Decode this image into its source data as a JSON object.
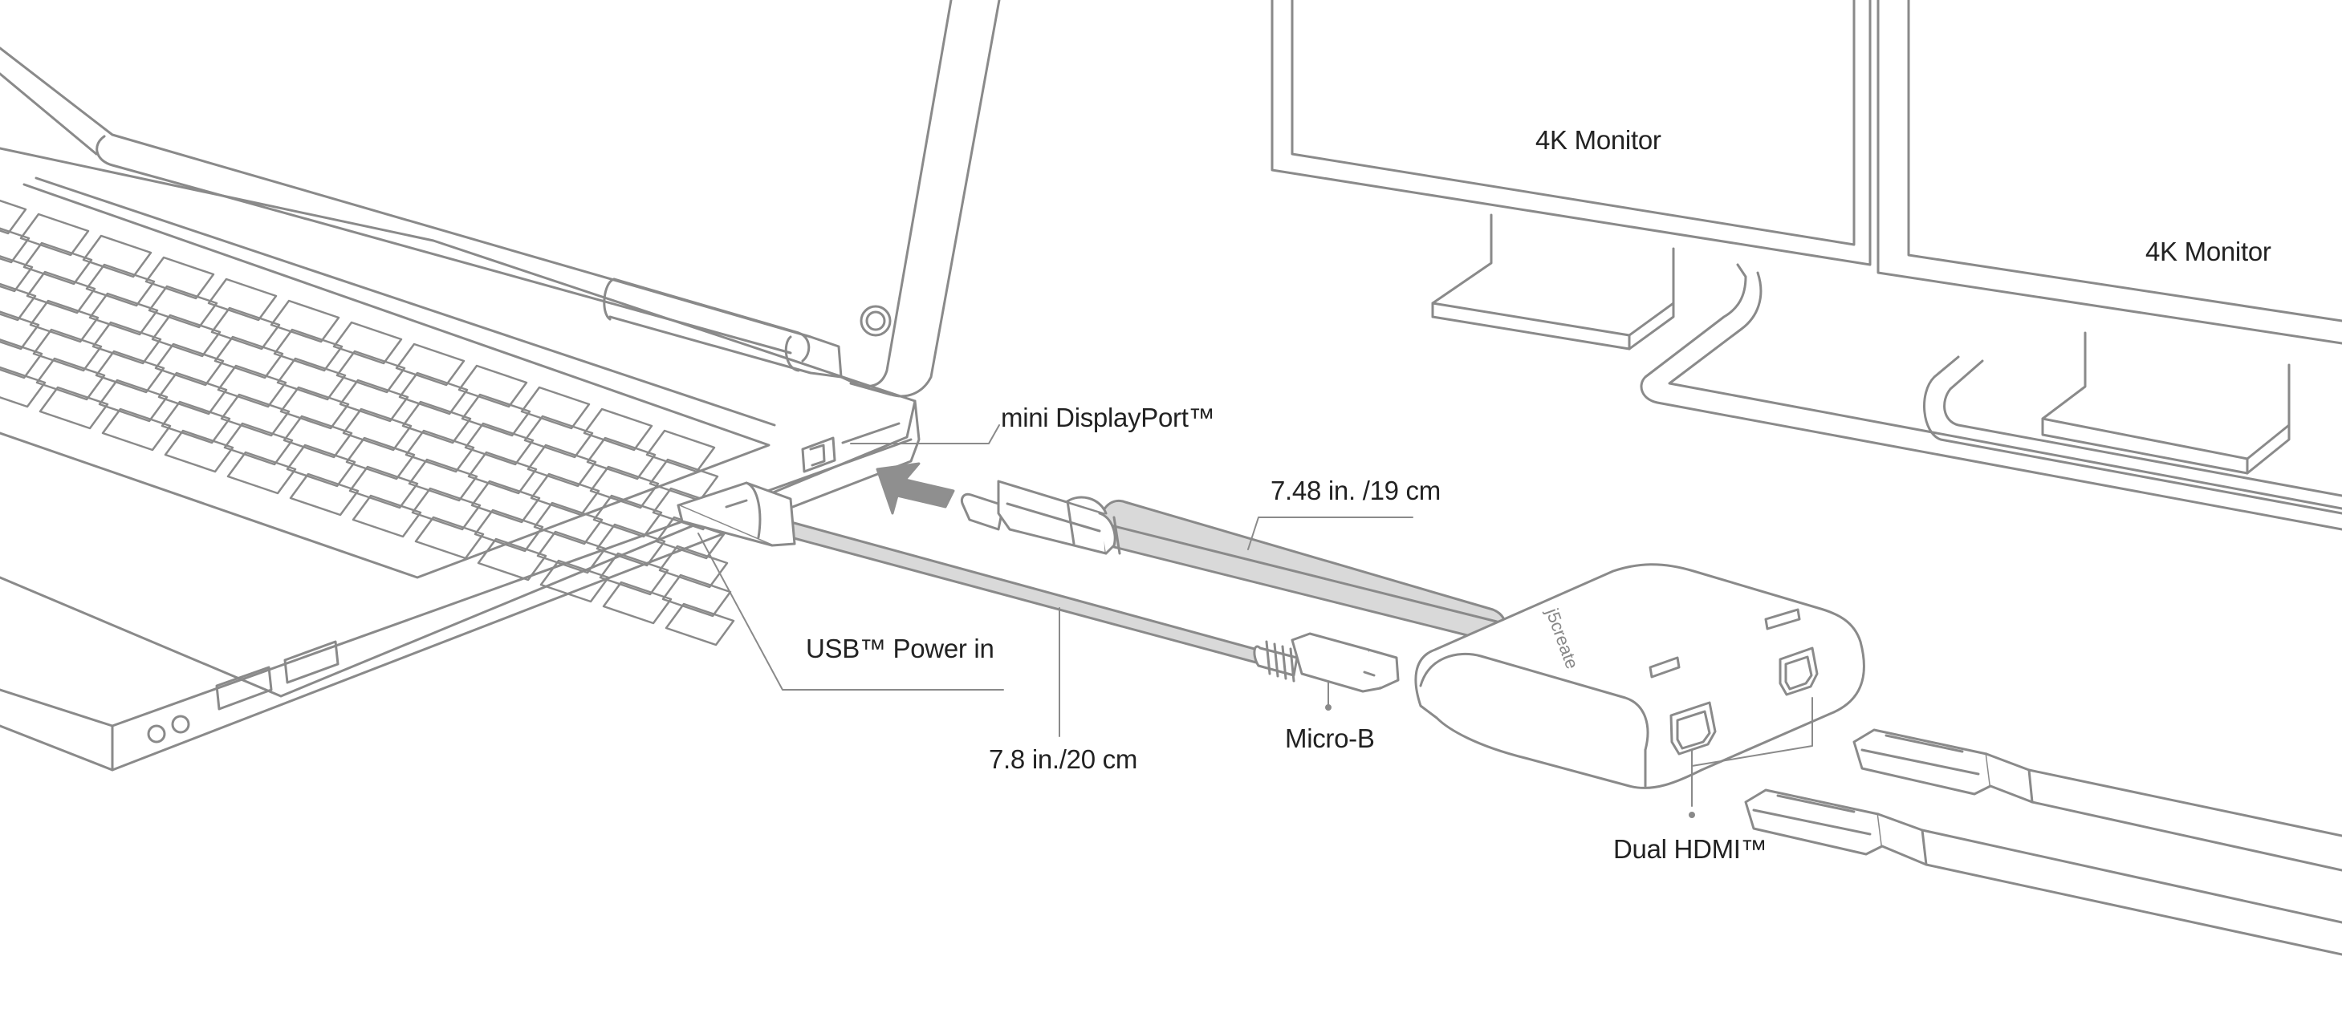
{
  "labels": {
    "monitor_1": "4K Monitor",
    "monitor_2": "4K Monitor",
    "mini_displayport": "mini DisplayPort™",
    "displayport_cable_length": "7.48 in. /19 cm",
    "usb_power": "USB™ Power in",
    "usb_cable_length": "7.8 in./20 cm",
    "micro_b": "Micro-B",
    "dual_hdmi": "Dual HDMI™"
  },
  "adapter": {
    "brand": "j5create"
  },
  "colors": {
    "outline": "#8a8a8a",
    "cable_fill": "#d9d9d9",
    "arrow": "#8f8f8f",
    "text": "#222222"
  },
  "icons": [
    "laptop",
    "monitor",
    "adapter",
    "arrow",
    "hdmi-plug",
    "mini-displayport-plug",
    "usb-plug",
    "micro-b-plug"
  ]
}
